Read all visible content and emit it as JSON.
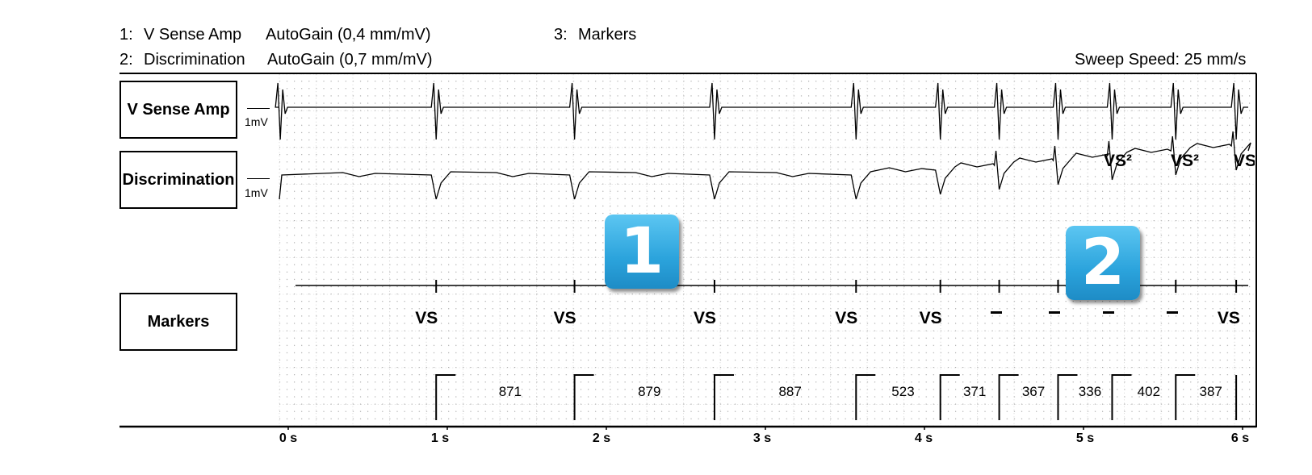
{
  "header": {
    "ch1_num": "1:",
    "ch1_name": "V Sense Amp",
    "ch1_gain": "AutoGain (0,4 mm/mV)",
    "ch2_num": "2:",
    "ch2_name": "Discrimination",
    "ch2_gain": "AutoGain (0,7 mm/mV)",
    "ch3_num": "3:",
    "ch3_name": "Markers",
    "sweep_speed": "Sweep Speed: 25 mm/s"
  },
  "channels": [
    {
      "label": "V Sense Amp",
      "scale": "1mV"
    },
    {
      "label": "Discrimination",
      "scale": "1mV"
    },
    {
      "label": "Markers"
    }
  ],
  "time_axis": [
    "0 s",
    "1 s",
    "2 s",
    "3 s",
    "4 s",
    "5 s",
    "6 s"
  ],
  "badges": [
    "1",
    "2"
  ],
  "discrimination_annotations": [
    "VS²",
    "VS²",
    "VS"
  ],
  "markers": [
    {
      "time_s": 0.93,
      "label": "VS"
    },
    {
      "time_s": 1.8,
      "label": "VS"
    },
    {
      "time_s": 2.68,
      "label": "VS"
    },
    {
      "time_s": 3.57,
      "label": "VS"
    },
    {
      "time_s": 4.1,
      "label": "VS"
    },
    {
      "time_s": 4.47,
      "label": "–"
    },
    {
      "time_s": 4.84,
      "label": "–"
    },
    {
      "time_s": 5.18,
      "label": "–"
    },
    {
      "time_s": 5.58,
      "label": "–"
    },
    {
      "time_s": 5.96,
      "label": "VS"
    }
  ],
  "intervals_ms": [
    "871",
    "879",
    "887",
    "523",
    "371",
    "367",
    "336",
    "402",
    "387"
  ],
  "colors": {
    "badge": "#2ba3dc",
    "grid_dot": "#9a9a9a",
    "trace": "#000000"
  }
}
